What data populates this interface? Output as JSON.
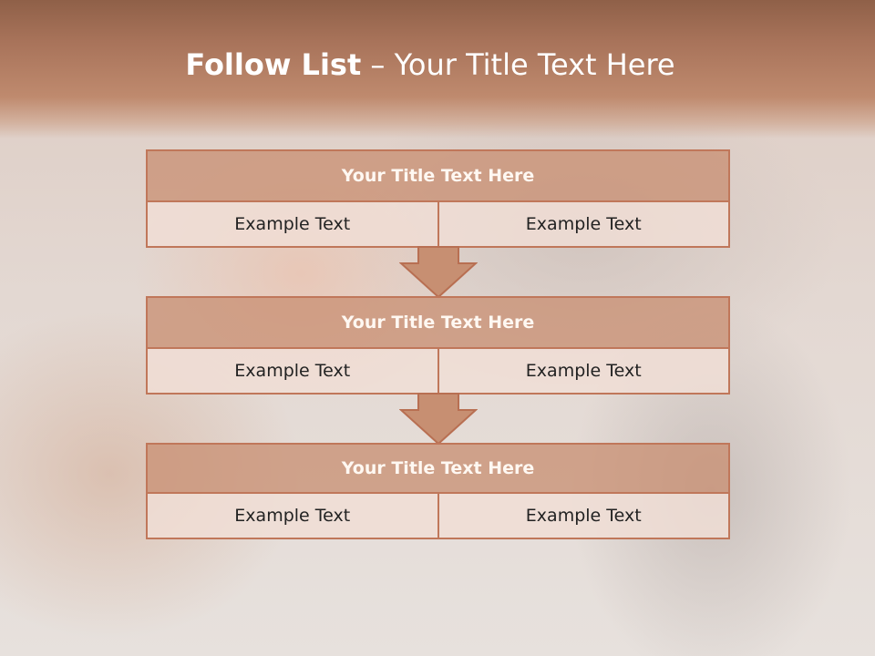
{
  "slide": {
    "title_bold": "Follow List",
    "title_rest": " – Your Title Text Here"
  },
  "steps": [
    {
      "title": "Your Title Text Here",
      "left": "Example Text",
      "right": "Example Text"
    },
    {
      "title": "Your Title Text Here",
      "left": "Example Text",
      "right": "Example Text"
    },
    {
      "title": "Your Title Text Here",
      "left": "Example Text",
      "right": "Example Text"
    }
  ],
  "colors": {
    "accent": "#c0775a",
    "header_fill": "#c9916f",
    "band": "#a8735a"
  }
}
